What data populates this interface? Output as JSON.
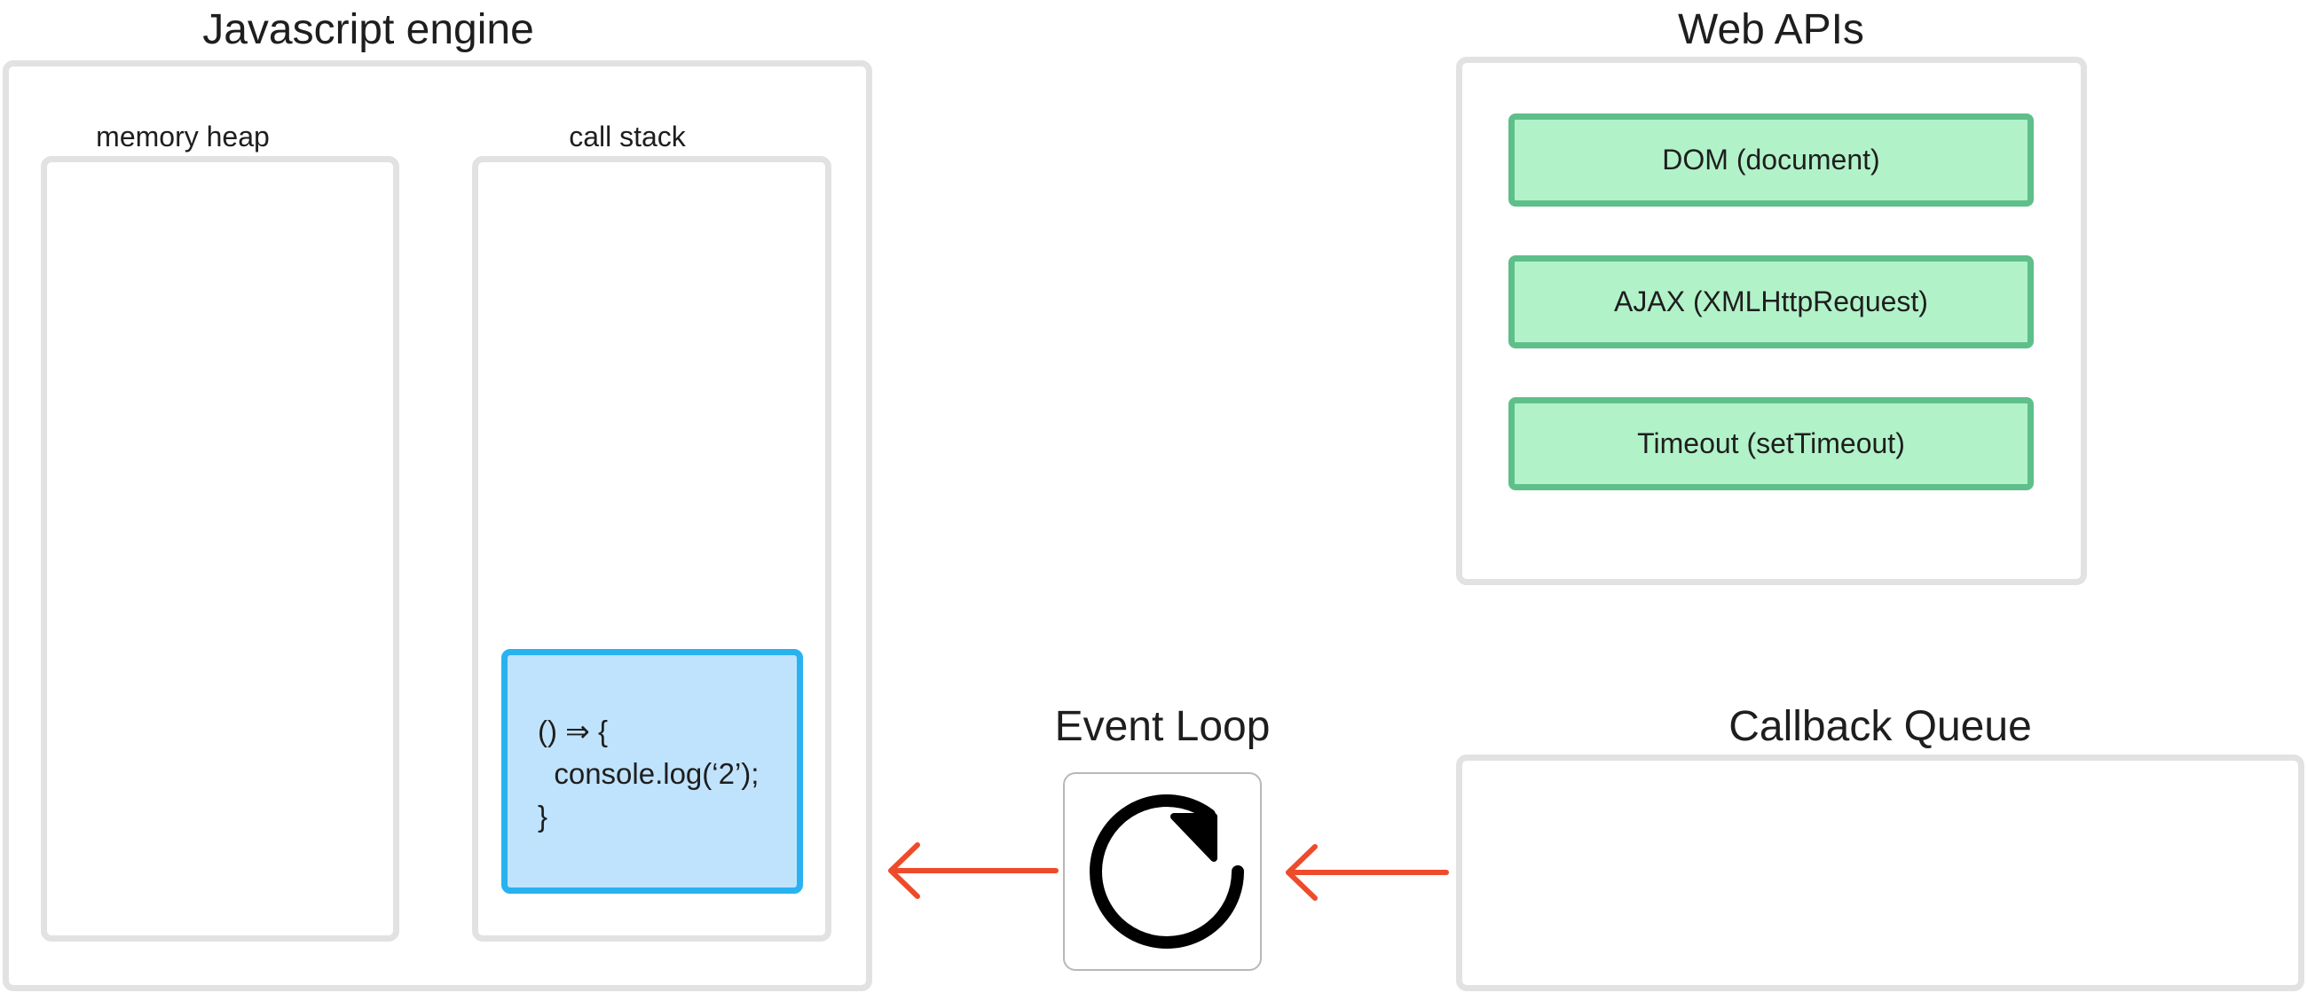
{
  "engine": {
    "title": "Javascript engine",
    "memory_heap_label": "memory heap",
    "call_stack_label": "call stack",
    "stack_frame": {
      "line1": "() ⇒ {",
      "line2": "  console.log(‘2’);",
      "line3": "}"
    }
  },
  "web_apis": {
    "title": "Web APIs",
    "items": [
      {
        "label": "DOM (document)"
      },
      {
        "label": "AJAX (XMLHttpRequest)"
      },
      {
        "label": "Timeout (setTimeout)"
      }
    ]
  },
  "event_loop": {
    "title": "Event Loop",
    "icon": "refresh-icon"
  },
  "callback_queue": {
    "title": "Callback Queue"
  },
  "colors": {
    "panel_border": "#e2e2e2",
    "api_fill": "#b2f2c9",
    "api_border": "#5fbf8a",
    "frame_fill": "#bfe3fc",
    "frame_border": "#29b2ef",
    "arrow": "#ee4b2b"
  }
}
